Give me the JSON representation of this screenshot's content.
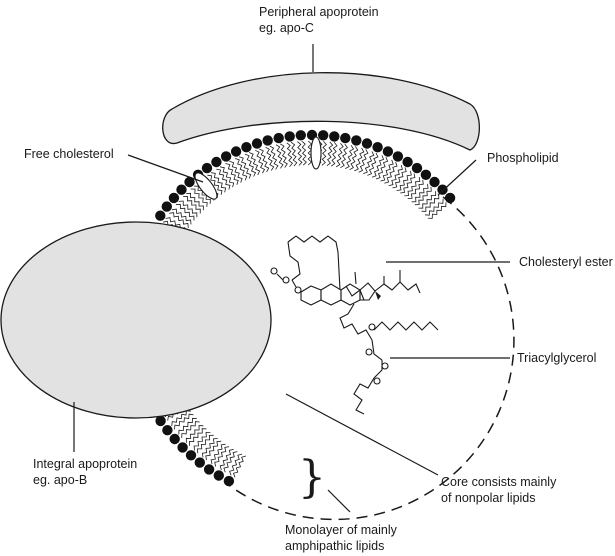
{
  "labels": {
    "peripheral_apoprotein": [
      "Peripheral apoprotein",
      "eg. apo-C"
    ],
    "free_cholesterol": "Free cholesterol",
    "phospholipid": "Phospholipid",
    "cholesteryl_ester": "Cholesteryl ester",
    "triacylglycerol": "Triacylglycerol",
    "integral_apoprotein": [
      "Integral apoprotein",
      "eg. apo-B"
    ],
    "core": [
      "Core consists mainly",
      "of nonpolar lipids"
    ],
    "monolayer": [
      "Monolayer of mainly",
      "amphipathic lipids"
    ]
  },
  "colors": {
    "protein_fill": "#e2e2e2",
    "stroke": "#1a1a1a",
    "head": "#111111"
  }
}
